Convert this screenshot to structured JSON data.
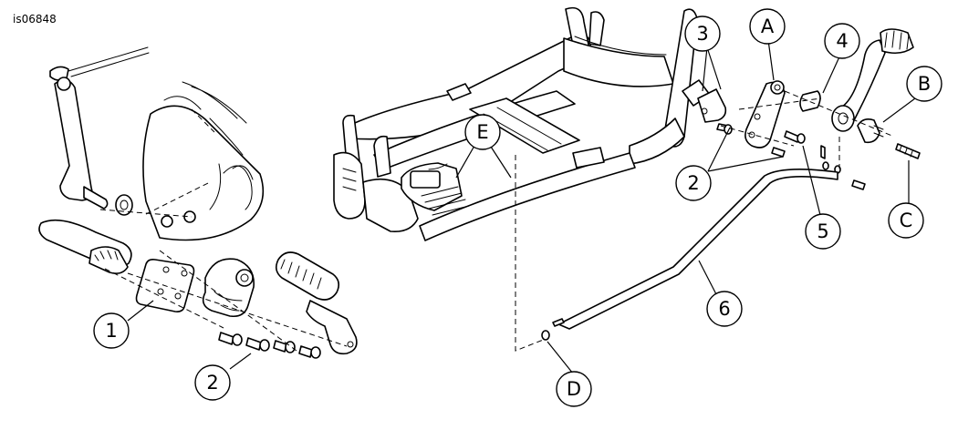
{
  "figure_id": "is06848",
  "callouts": [
    {
      "key": "one_left",
      "label": "1"
    },
    {
      "key": "two_left",
      "label": "2"
    },
    {
      "key": "three",
      "label": "3"
    },
    {
      "key": "two_right",
      "label": "2"
    },
    {
      "key": "four",
      "label": "4"
    },
    {
      "key": "five",
      "label": "5"
    },
    {
      "key": "six",
      "label": "6"
    },
    {
      "key": "a",
      "label": "A"
    },
    {
      "key": "b",
      "label": "B"
    },
    {
      "key": "c",
      "label": "C"
    },
    {
      "key": "d",
      "label": "D"
    },
    {
      "key": "e",
      "label": "E"
    }
  ]
}
